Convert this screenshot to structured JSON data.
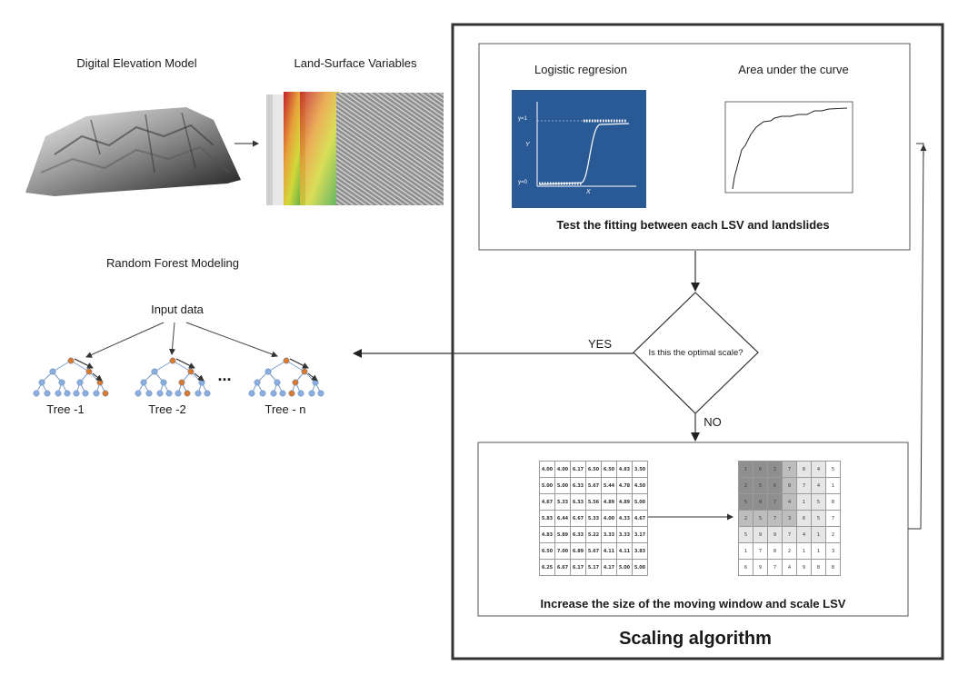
{
  "labels": {
    "dem": "Digital Elevation Model",
    "lsv": "Land-Surface Variables",
    "rf": "Random Forest Modeling",
    "input": "Input data",
    "trees": [
      "Tree -1",
      "Tree -2",
      "Tree - n"
    ],
    "ellipsis": "...",
    "yes": "YES",
    "no": "NO",
    "diamond": "Is this the optimal scale?",
    "logistic": "Logistic regresion",
    "auc": "Area under the curve",
    "test": "Test the fitting between each LSV and landslides",
    "increase": "Increase the size of the moving window and scale LSV",
    "scaling": "Scaling algorithm"
  },
  "logistic_plot": {
    "y1": "y=1",
    "y0": "y=0",
    "ylabel": "Y",
    "xlabel": "X"
  },
  "left_grid": [
    [
      "4.00",
      "4.00",
      "6.17",
      "6.50",
      "6.50",
      "4.83",
      "3.50"
    ],
    [
      "5.00",
      "5.00",
      "6.33",
      "5.67",
      "5.44",
      "4.78",
      "4.50"
    ],
    [
      "4.67",
      "5.33",
      "6.33",
      "5.56",
      "4.89",
      "4.89",
      "5.00"
    ],
    [
      "5.83",
      "6.44",
      "6.67",
      "5.33",
      "4.00",
      "4.33",
      "4.67"
    ],
    [
      "4.83",
      "5.89",
      "6.33",
      "5.22",
      "3.33",
      "3.33",
      "3.17"
    ],
    [
      "6.50",
      "7.00",
      "6.89",
      "5.67",
      "4.11",
      "4.11",
      "3.83"
    ],
    [
      "6.25",
      "6.67",
      "6.17",
      "5.17",
      "4.17",
      "5.00",
      "5.00"
    ]
  ],
  "right_grid": [
    [
      "1",
      "6",
      "2",
      "7",
      "8",
      "4",
      "5"
    ],
    [
      "2",
      "5",
      "6",
      "9",
      "7",
      "4",
      "1"
    ],
    [
      "5",
      "9",
      "7",
      "4",
      "1",
      "5",
      "8"
    ],
    [
      "2",
      "5",
      "7",
      "3",
      "6",
      "5",
      "7"
    ],
    [
      "5",
      "9",
      "9",
      "7",
      "4",
      "1",
      "2"
    ],
    [
      "1",
      "7",
      "8",
      "2",
      "1",
      "1",
      "3"
    ],
    [
      "6",
      "9",
      "7",
      "4",
      "9",
      "8",
      "8"
    ]
  ],
  "right_grid_shade": [
    [
      3,
      3,
      3,
      2,
      1,
      1,
      0
    ],
    [
      3,
      3,
      3,
      2,
      1,
      1,
      0
    ],
    [
      3,
      3,
      3,
      2,
      1,
      1,
      0
    ],
    [
      2,
      2,
      2,
      2,
      1,
      1,
      0
    ],
    [
      1,
      1,
      1,
      1,
      1,
      1,
      0
    ],
    [
      0,
      0,
      0,
      0,
      0,
      0,
      0
    ],
    [
      0,
      0,
      0,
      0,
      0,
      0,
      0
    ]
  ]
}
